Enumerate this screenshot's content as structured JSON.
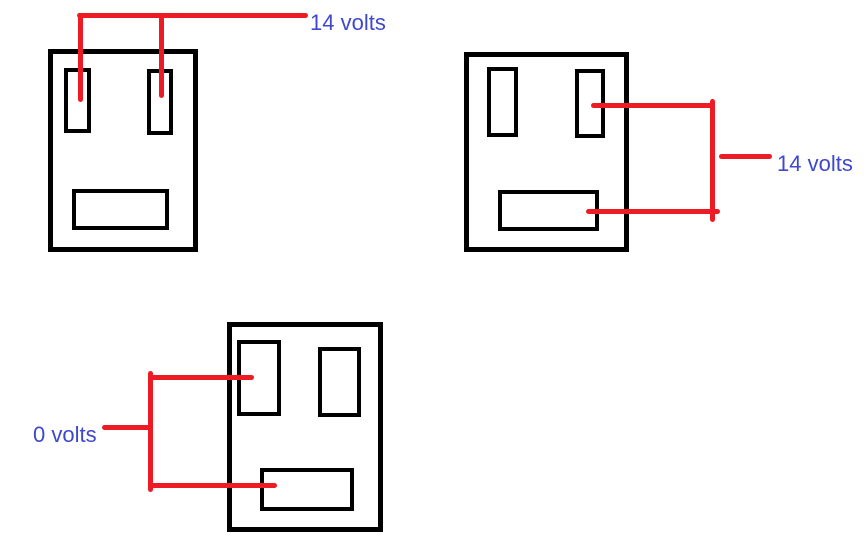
{
  "diagram": {
    "background_color": "#ffffff",
    "colors": {
      "outlet_outline": "#000000",
      "lead_line": "#ed1c24",
      "label_text": "#3f48cc"
    },
    "annotations": [
      {
        "id": "top-left-outlet",
        "voltage_label": "14 volts"
      },
      {
        "id": "top-right-outlet",
        "voltage_label": "14 volts"
      },
      {
        "id": "bottom-outlet",
        "voltage_label": "0 volts"
      }
    ]
  }
}
